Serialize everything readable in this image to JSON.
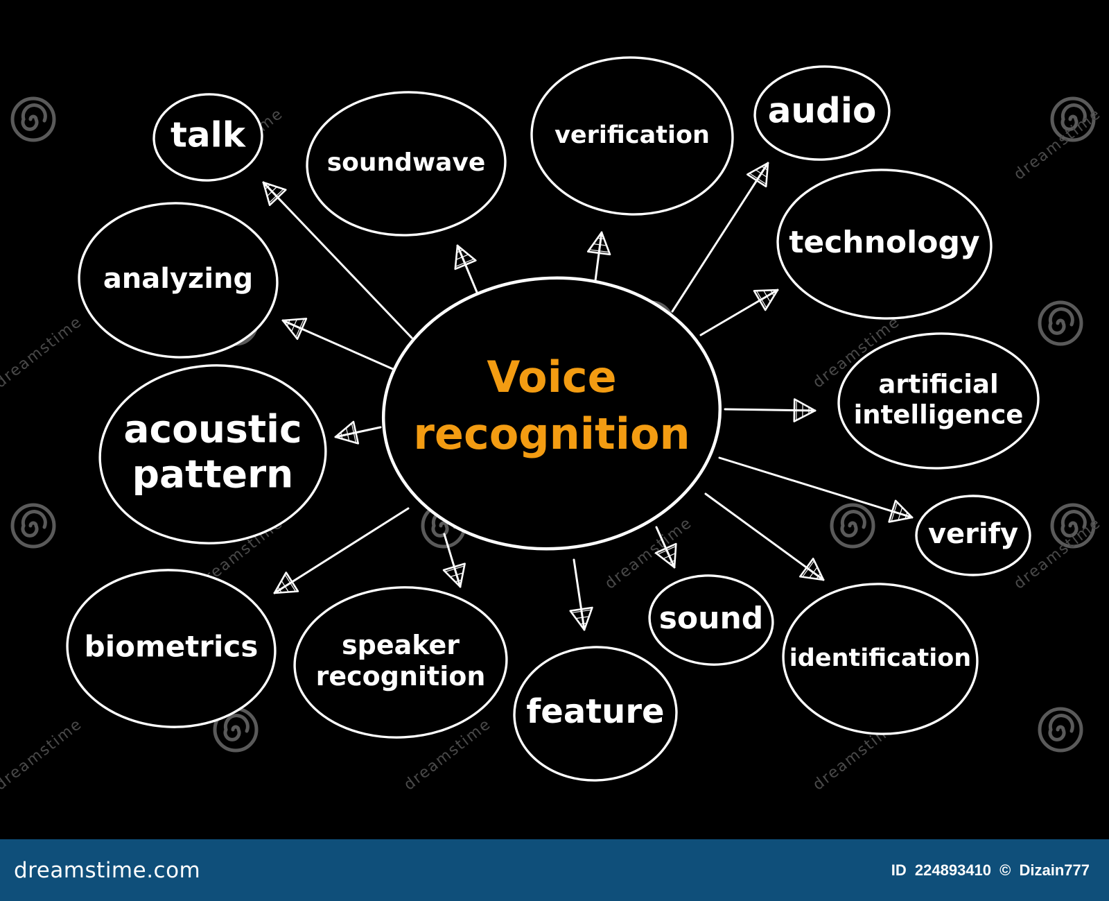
{
  "diagram": {
    "center": {
      "line1": "Voice",
      "line2": "recognition"
    },
    "center_color": "#f39c12",
    "nodes": [
      {
        "id": "talk",
        "label": "talk"
      },
      {
        "id": "soundwave",
        "label": "soundwave"
      },
      {
        "id": "verification",
        "label": "verification"
      },
      {
        "id": "audio",
        "label": "audio"
      },
      {
        "id": "technology",
        "label": "technology"
      },
      {
        "id": "analyzing",
        "label": "analyzing"
      },
      {
        "id": "artificial-intelligence",
        "label": "artificial intelligence"
      },
      {
        "id": "acoustic-pattern",
        "label": "acoustic pattern"
      },
      {
        "id": "verify",
        "label": "verify"
      },
      {
        "id": "biometrics",
        "label": "biometrics"
      },
      {
        "id": "speaker-recognition",
        "label": "speaker recognition"
      },
      {
        "id": "feature",
        "label": "feature"
      },
      {
        "id": "sound",
        "label": "sound"
      },
      {
        "id": "identification",
        "label": "identification"
      }
    ]
  },
  "watermark": {
    "text": "dreamstime"
  },
  "footer": {
    "site": "dreamstime.com",
    "id_label": "ID",
    "id_value": "224893410",
    "copyright_symbol": "©",
    "author": "Dizain777",
    "bar_color": "#0f4f7a"
  }
}
